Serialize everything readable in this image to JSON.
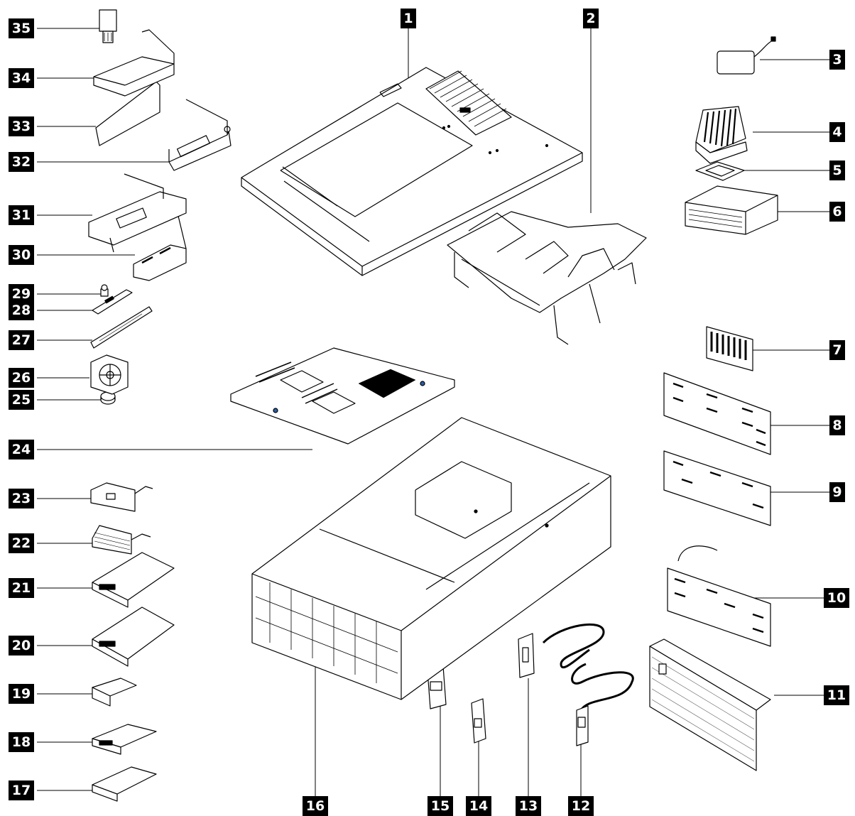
{
  "callouts": {
    "c1": "1",
    "c2": "2",
    "c3": "3",
    "c4": "4",
    "c5": "5",
    "c6": "6",
    "c7": "7",
    "c8": "8",
    "c9": "9",
    "c10": "10",
    "c11": "11",
    "c12": "12",
    "c13": "13",
    "c14": "14",
    "c15": "15",
    "c16": "16",
    "c17": "17",
    "c18": "18",
    "c19": "19",
    "c20": "20",
    "c21": "21",
    "c22": "22",
    "c23": "23",
    "c24": "24",
    "c25": "25",
    "c26": "26",
    "c27": "27",
    "c28": "28",
    "c29": "29",
    "c30": "30",
    "c31": "31",
    "c32": "32",
    "c33": "33",
    "c34": "34",
    "c35": "35"
  }
}
